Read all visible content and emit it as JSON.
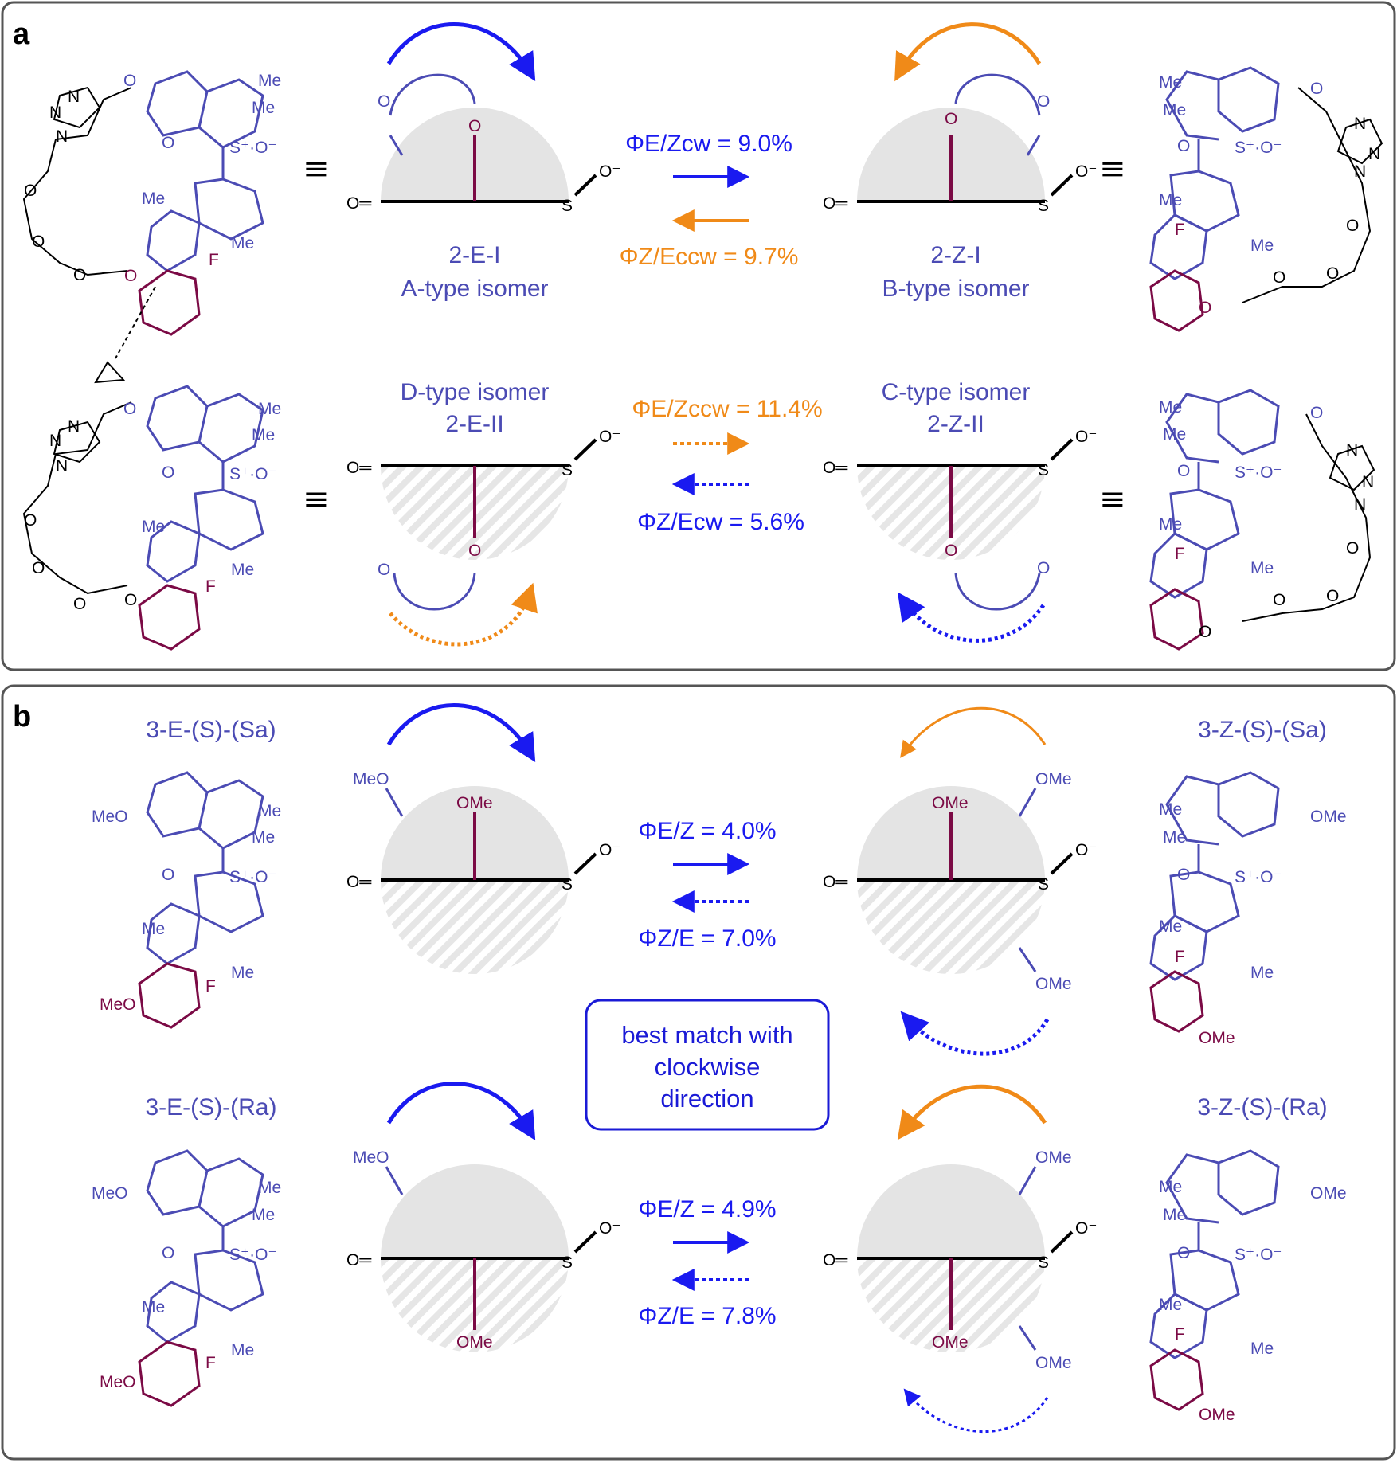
{
  "panel_a": {
    "letter": "a",
    "isomer_A": {
      "name": "2-E-I",
      "type": "A-type isomer"
    },
    "isomer_B": {
      "name": "2-Z-I",
      "type": "B-type isomer"
    },
    "isomer_C": {
      "name": "2-Z-II",
      "type": "C-type isomer"
    },
    "isomer_D": {
      "name": "2-E-II",
      "type": "D-type isomer"
    },
    "qy_EZ_cw": "ΦE/Zcw = 9.0%",
    "qy_ZE_ccw": "ΦZ/Eccw = 9.7%",
    "qy_EZ_ccw": "ΦE/Zccw = 11.4%",
    "qy_ZE_cw": "ΦZ/Ecw = 5.6%"
  },
  "panel_b": {
    "letter": "b",
    "iso_E_Sa": "3-E-(S)-(Sa)",
    "iso_Z_Sa": "3-Z-(S)-(Sa)",
    "iso_E_Ra": "3-E-(S)-(Ra)",
    "iso_Z_Ra": "3-Z-(S)-(Ra)",
    "qy_EZ_top": "ΦE/Z = 4.0%",
    "qy_ZE_top": "ΦZ/E = 7.0%",
    "qy_EZ_bottom": "ΦE/Z = 4.9%",
    "qy_ZE_bottom": "ΦZ/E = 7.8%",
    "callout": [
      "best match with",
      "clockwise",
      "direction"
    ]
  },
  "atoms": {
    "O": "O",
    "S": "S",
    "me": "Me",
    "f": "F",
    "ome": "OMe",
    "meo": "MeO",
    "n": "N",
    "oxo": "O═",
    "sulfoxide": "S⁺•O⁻",
    "equiv": "≡",
    "minus": "−",
    "plus": "+"
  },
  "colors": {
    "blue": "#4b4bb4",
    "wine": "#7b0a45",
    "arrow_blue": "#1a1af0",
    "arrow_orange": "#f08a18",
    "disc_gray": "#e4e4e4",
    "panel_border": "#555555"
  }
}
